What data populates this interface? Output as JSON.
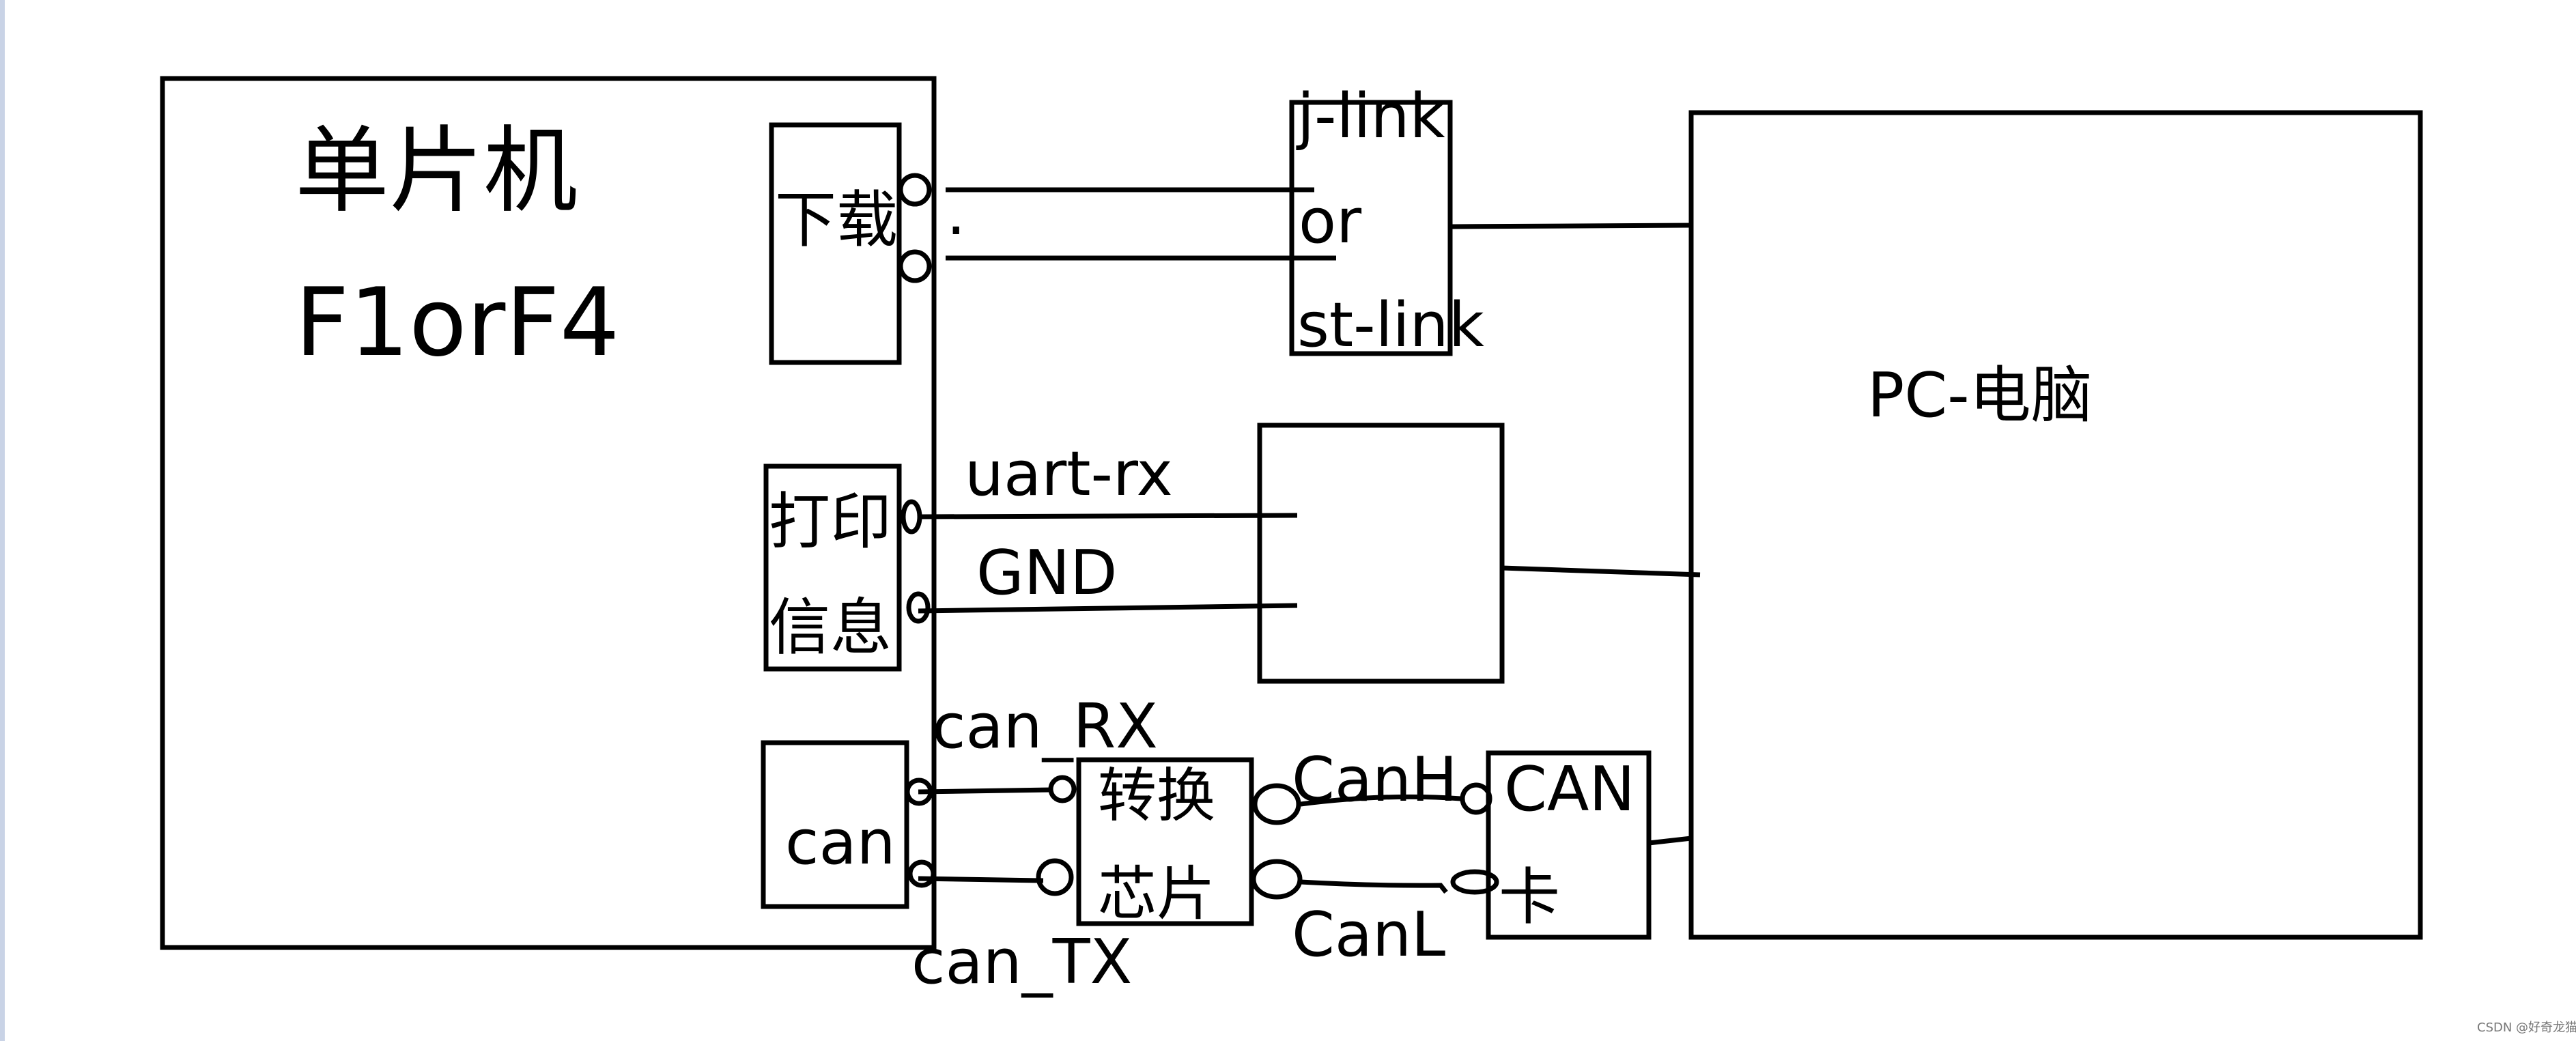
{
  "mcu": {
    "title": "单片机",
    "model": "F1orF4",
    "download_label": "下载",
    "print_line1": "打印",
    "print_line2": "信息",
    "can_label": "can"
  },
  "debugger": {
    "line1": "j-link",
    "line2": "or",
    "line3": "st-link",
    "dot": "."
  },
  "uart": {
    "rx_label": "uart-rx",
    "gnd_label": "GND"
  },
  "can_bus": {
    "rx_label": "can_RX",
    "tx_label": "can_TX",
    "transceiver_line1": "转换",
    "transceiver_line2": "芯片",
    "canh_label": "CanH",
    "canl_label": "CanL",
    "card_line1": "CAN",
    "card_line2": "卡"
  },
  "pc": {
    "label": "PC-电脑"
  },
  "watermark": "CSDN @好奇龙猫",
  "colors": {
    "stroke": "#000000",
    "background": "#ffffff",
    "accent_bar": "#c9d3e6"
  }
}
